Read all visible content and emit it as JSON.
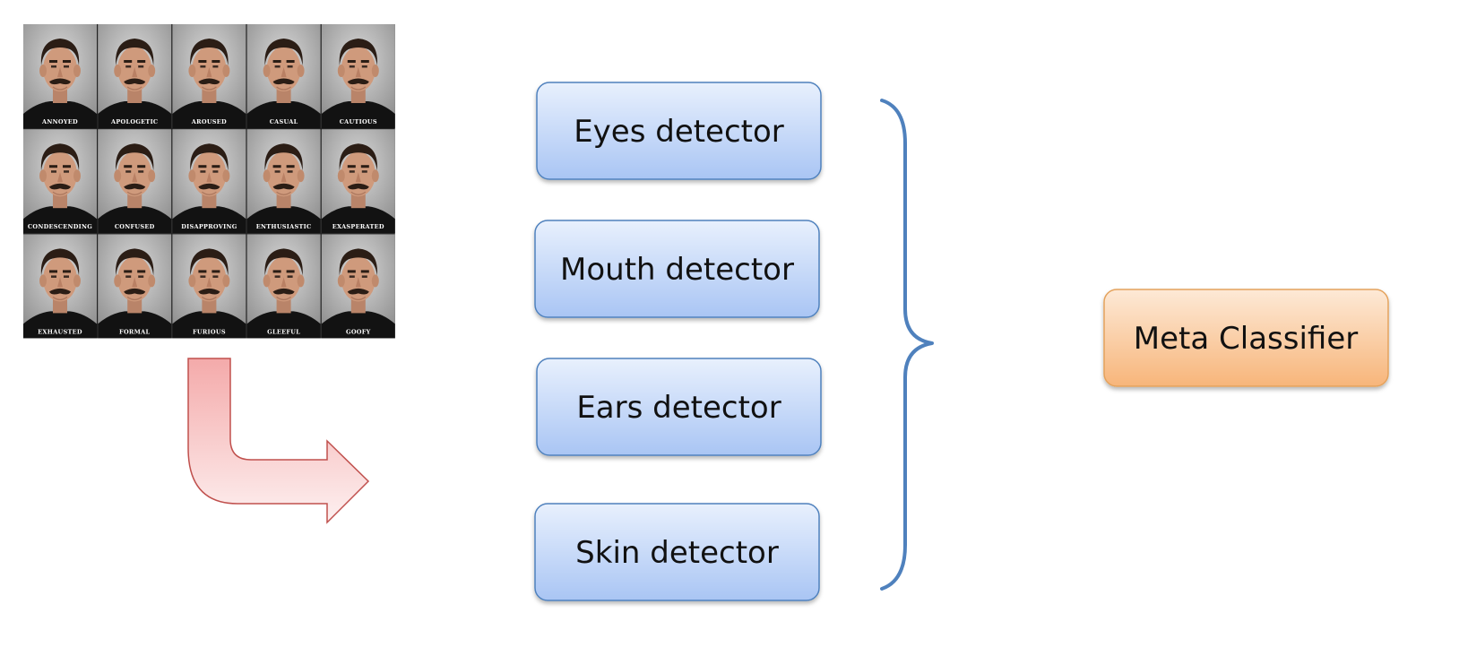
{
  "faces": {
    "rows": [
      [
        "ANNOYED",
        "APOLOGETIC",
        "AROUSED",
        "CASUAL",
        "CAUTIOUS"
      ],
      [
        "CONDESCENDING",
        "CONFUSED",
        "DISAPPROVING",
        "ENTHUSIASTIC",
        "EXASPERATED"
      ],
      [
        "EXHAUSTED",
        "FORMAL",
        "FURIOUS",
        "GLEEFUL",
        "GOOFY"
      ]
    ]
  },
  "detectors": [
    {
      "label": "Eyes detector"
    },
    {
      "label": "Mouth detector"
    },
    {
      "label": "Ears detector"
    },
    {
      "label": "Skin detector"
    }
  ],
  "classifier": {
    "label": "Meta Classifier"
  },
  "colors": {
    "detector_fill_top": "#e8f0fd",
    "detector_fill_bottom": "#a9c5f4",
    "detector_stroke": "#4f81bd",
    "classifier_fill_top": "#fde9d6",
    "classifier_fill_bottom": "#f7b57a",
    "classifier_stroke": "#e4a25c",
    "arrow_fill_top": "#f4aaaa",
    "arrow_stroke": "#c0504d",
    "brace_stroke": "#4f81bd"
  }
}
